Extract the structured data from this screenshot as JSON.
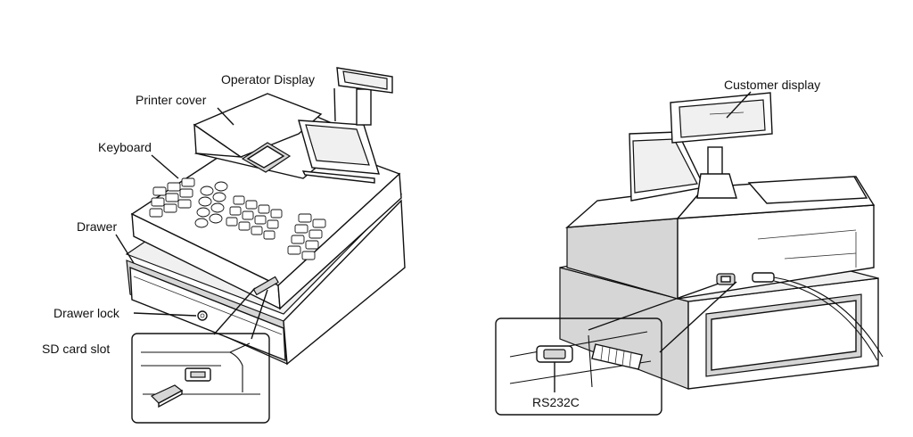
{
  "labels": {
    "operator_display": "Operator Display",
    "printer_cover": "Printer cover",
    "keyboard": "Keyboard",
    "drawer": "Drawer",
    "drawer_lock": "Drawer lock",
    "sd_card_slot": "SD card slot",
    "customer_display": "Customer display",
    "rs232c": "RS232C"
  },
  "icons": [
    "cash-register-front-view-icon",
    "cash-register-rear-view-icon",
    "sd-card-icon",
    "rs232c-connector-icon"
  ]
}
